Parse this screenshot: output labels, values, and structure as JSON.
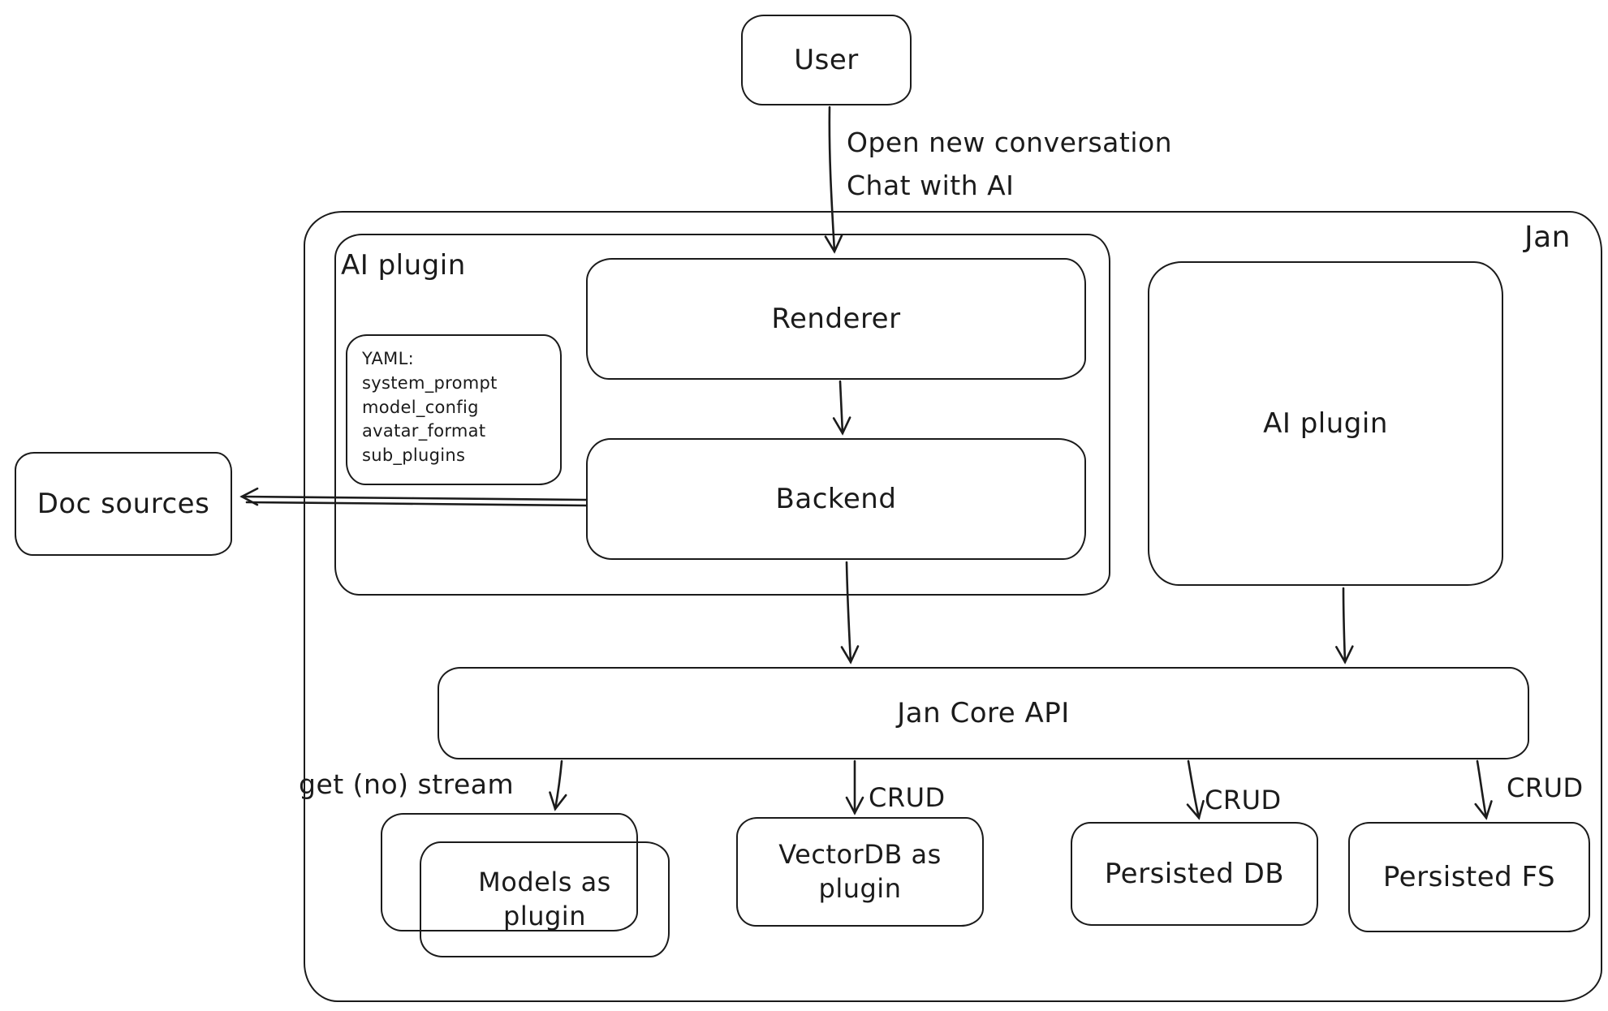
{
  "diagram": {
    "nodes": {
      "user": "User",
      "jan": "Jan",
      "ai_plugin_container": "AI plugin",
      "renderer": "Renderer",
      "yaml_note": "YAML:\nsystem_prompt\nmodel_config\navatar_format\nsub_plugins",
      "backend": "Backend",
      "ai_plugin_right": "AI plugin",
      "doc_sources": "Doc sources",
      "jan_core_api": "Jan Core API",
      "models_as_plugin": "Models as\nplugin",
      "vectordb_as_plugin": "VectorDB as\nplugin",
      "persisted_db": "Persisted DB",
      "persisted_fs": "Persisted FS"
    },
    "edges": {
      "user_to_renderer": "Open new conversation\nChat with AI",
      "core_to_models": "get (no) stream",
      "core_to_vectordb": "CRUD",
      "core_to_persisted_db": "CRUD",
      "core_to_persisted_fs": "CRUD"
    }
  }
}
